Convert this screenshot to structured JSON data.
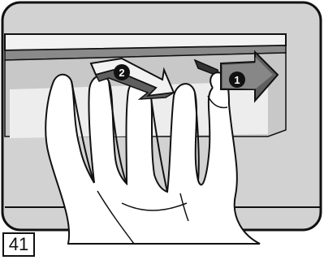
{
  "figure": {
    "number": "41",
    "steps": [
      {
        "marker": "1",
        "direction": "right"
      },
      {
        "marker": "2",
        "direction": "down-right"
      }
    ],
    "colors": {
      "frame": "#111111",
      "panel_bg": "#d2d2d2",
      "arrow_fill": "#5f5f5f",
      "arrow_light": "#f2f2f2",
      "marker_bg": "#111111",
      "marker_text": "#ffffff"
    }
  }
}
